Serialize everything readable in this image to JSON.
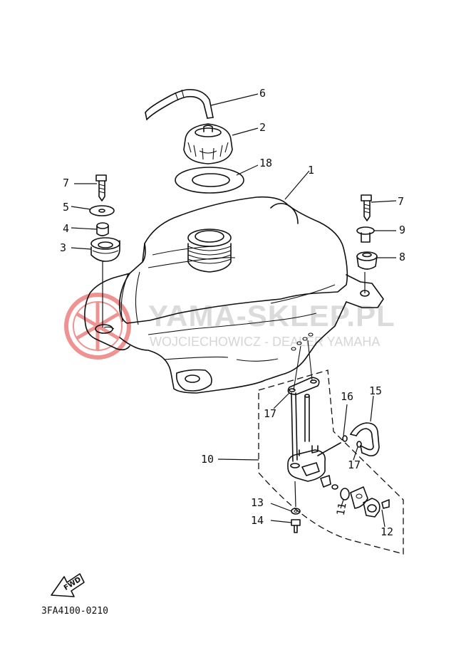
{
  "watermark": {
    "title": "YAMA-SKLEP.PL",
    "subtitle": "WOJCIECHOWICZ - DEALER YAMAHA",
    "color": "#e23a3a"
  },
  "diagram_code": "3FA4100-0210",
  "fwd_label": "FWD",
  "callouts": [
    "1",
    "2",
    "3",
    "4",
    "5",
    "6",
    "7",
    "7",
    "8",
    "9",
    "10",
    "11",
    "12",
    "13",
    "14",
    "15",
    "16",
    "17",
    "17",
    "18"
  ],
  "icons": [
    "yamaha-logo-icon",
    "fwd-arrow-icon"
  ]
}
